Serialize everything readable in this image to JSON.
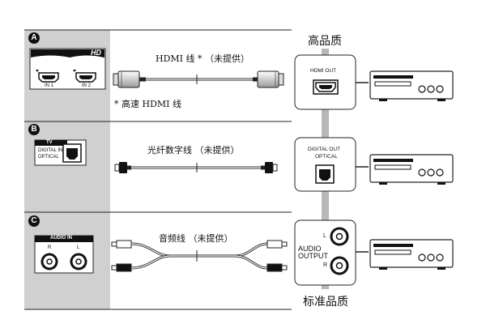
{
  "rows": {
    "a": {
      "badge": "A",
      "tv_logo": "HD",
      "port1": "IN 1",
      "port2": "IN 2",
      "cable_label": "HDMI 线 * （未提供）",
      "footnote": "* 高速 HDMI 线",
      "device_label": "HDMI OUT"
    },
    "b": {
      "badge": "B",
      "tv_tab": "TV",
      "tv_port_line1": "DIGITAL IN",
      "tv_port_line2": "OPTICAL",
      "cable_label": "光纤数字线 （未提供）",
      "device_line1": "DIGITAL OUT",
      "device_line2": "OPTICAL"
    },
    "c": {
      "badge": "C",
      "tv_header": "AUDIO IN",
      "tv_r": "R",
      "tv_l": "L",
      "cable_label": "音频线 （未提供）",
      "device_line1": "AUDIO",
      "device_line2": "OUTPUT",
      "device_l": "L",
      "device_r": "R"
    }
  },
  "quality": {
    "high": "高品质",
    "standard": "标准品质"
  },
  "colors": {
    "tv_panel": "#d0d0d0",
    "quality_bar": "#b8b8b8",
    "line": "#222222"
  }
}
